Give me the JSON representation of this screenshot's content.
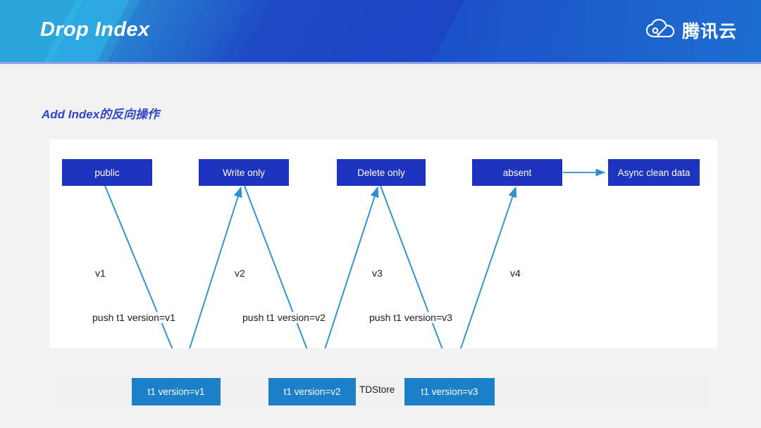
{
  "header": {
    "title": "Drop Index",
    "brand_text": "腾讯云",
    "logo_icon": "tencent-cloud-logo-icon",
    "gradient_start": "#1a3cc0",
    "gradient_end": "#1c6ed0"
  },
  "slide": {
    "subtitle": "Add Index的反向操作",
    "subtitle_color": "#2f46c8",
    "panel_background": "#ffffff",
    "band_background": "#f1f1f1",
    "state_box_color": "#1d33be",
    "storage_box_color": "#1b80c8",
    "arrow_color": "#2e8fd0"
  },
  "diagram": {
    "states": [
      {
        "id": "public",
        "label": "public"
      },
      {
        "id": "write-only",
        "label": "Write only"
      },
      {
        "id": "delete-only",
        "label": "Delete only"
      },
      {
        "id": "absent",
        "label": "absent"
      },
      {
        "id": "async-clean",
        "label": "Async clean data"
      }
    ],
    "storage_nodes": [
      {
        "id": "v1",
        "label": "t1 version=v1"
      },
      {
        "id": "v2",
        "label": "t1 version=v2"
      },
      {
        "id": "v3",
        "label": "t1 version=v3"
      }
    ],
    "store_label": "TDStore",
    "version_labels": [
      {
        "id": "v1",
        "label": "v1"
      },
      {
        "id": "v2",
        "label": "v2"
      },
      {
        "id": "v3",
        "label": "v3"
      },
      {
        "id": "v4",
        "label": "v4"
      }
    ],
    "push_labels": [
      {
        "id": "push-v1",
        "label": "push t1 version=v1"
      },
      {
        "id": "push-v2",
        "label": "push t1 version=v2"
      },
      {
        "id": "push-v3",
        "label": "push t1 version=v3"
      }
    ]
  }
}
